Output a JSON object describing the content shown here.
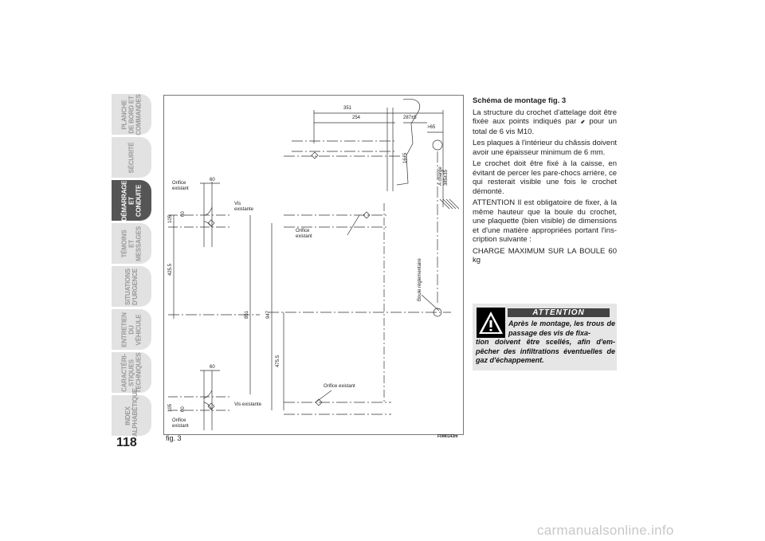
{
  "side_tabs": [
    {
      "label": "PLANCHE\nDE BORD ET\nCOMMANDES",
      "active": false
    },
    {
      "label": "SÉCURITÉ",
      "active": false
    },
    {
      "label": "DÉMARRAGE\nET CONDUITE",
      "active": true
    },
    {
      "label": "TÉMOINS\nET MESSAGES",
      "active": false
    },
    {
      "label": "SITUATIONS\nD'URGENCE",
      "active": false
    },
    {
      "label": "ENTRETIEN\nDU VÉHICULE",
      "active": false
    },
    {
      "label": "CARACTÉRI-\nSTIQUES\nTECHNIQUES",
      "active": false
    },
    {
      "label": "INDEX\nALPHABÉTIQUE",
      "active": false
    }
  ],
  "page_number": "118",
  "figure": {
    "caption": "fig. 3",
    "code": "F0M0143m",
    "labels": {
      "orifice_existant": "Orifice\nexistant",
      "vis_existante": "Vis\nexistante",
      "vis_existante_bottom": "Vis existante",
      "orifice_existant_bottom": "Orifice existant",
      "boule": "Boule réglementaire",
      "a_charge": "A charge\n385±35"
    },
    "dimensions": {
      "d351": "351",
      "d254": "254",
      "d287": "287±5",
      "d65": ">65",
      "d16": "16±5",
      "d60a": "60",
      "d60b": "60",
      "d60c": "60",
      "d60d": "60",
      "d105a": "105",
      "d105b": "105",
      "d4255": "425.5",
      "d851": "851",
      "d947": "947",
      "d4755": "475.5"
    }
  },
  "content": {
    "title": "Schéma de montage fig. 3",
    "p1_before": "La structure du crochet d'attelage doit être fixée aux points indiqués par",
    "p1_after": "pour un total de 6 vis M10.",
    "p2": "Les plaques à l'intérieur du châssis doivent avoir une épaisseur minimum de 6 mm.",
    "p3": "Le crochet doit être fixé à la caisse, en évitant de percer les pare-chocs arrière, ce qui resterait visible une fois le crochet démonté.",
    "p4": "ATTENTION Il est obligatoire de fixer, à la même hauteur que la boule du crochet, une plaquette (bien visible) de dimensions et d'une matière appropriées portant l'ins-cription suivante :",
    "p5": "CHARGE MAXIMUM SUR LA BOULE 60 kg"
  },
  "warning": {
    "heading": "ATTENTION",
    "text_indent": "Après le montage, les trous de passage des vis de fixa-",
    "text_rest": "tion doivent être scellés, afin d'em-pêcher des infiltrations éventuelles de gaz d'échappement."
  },
  "watermark": "carmanualsonline.info"
}
